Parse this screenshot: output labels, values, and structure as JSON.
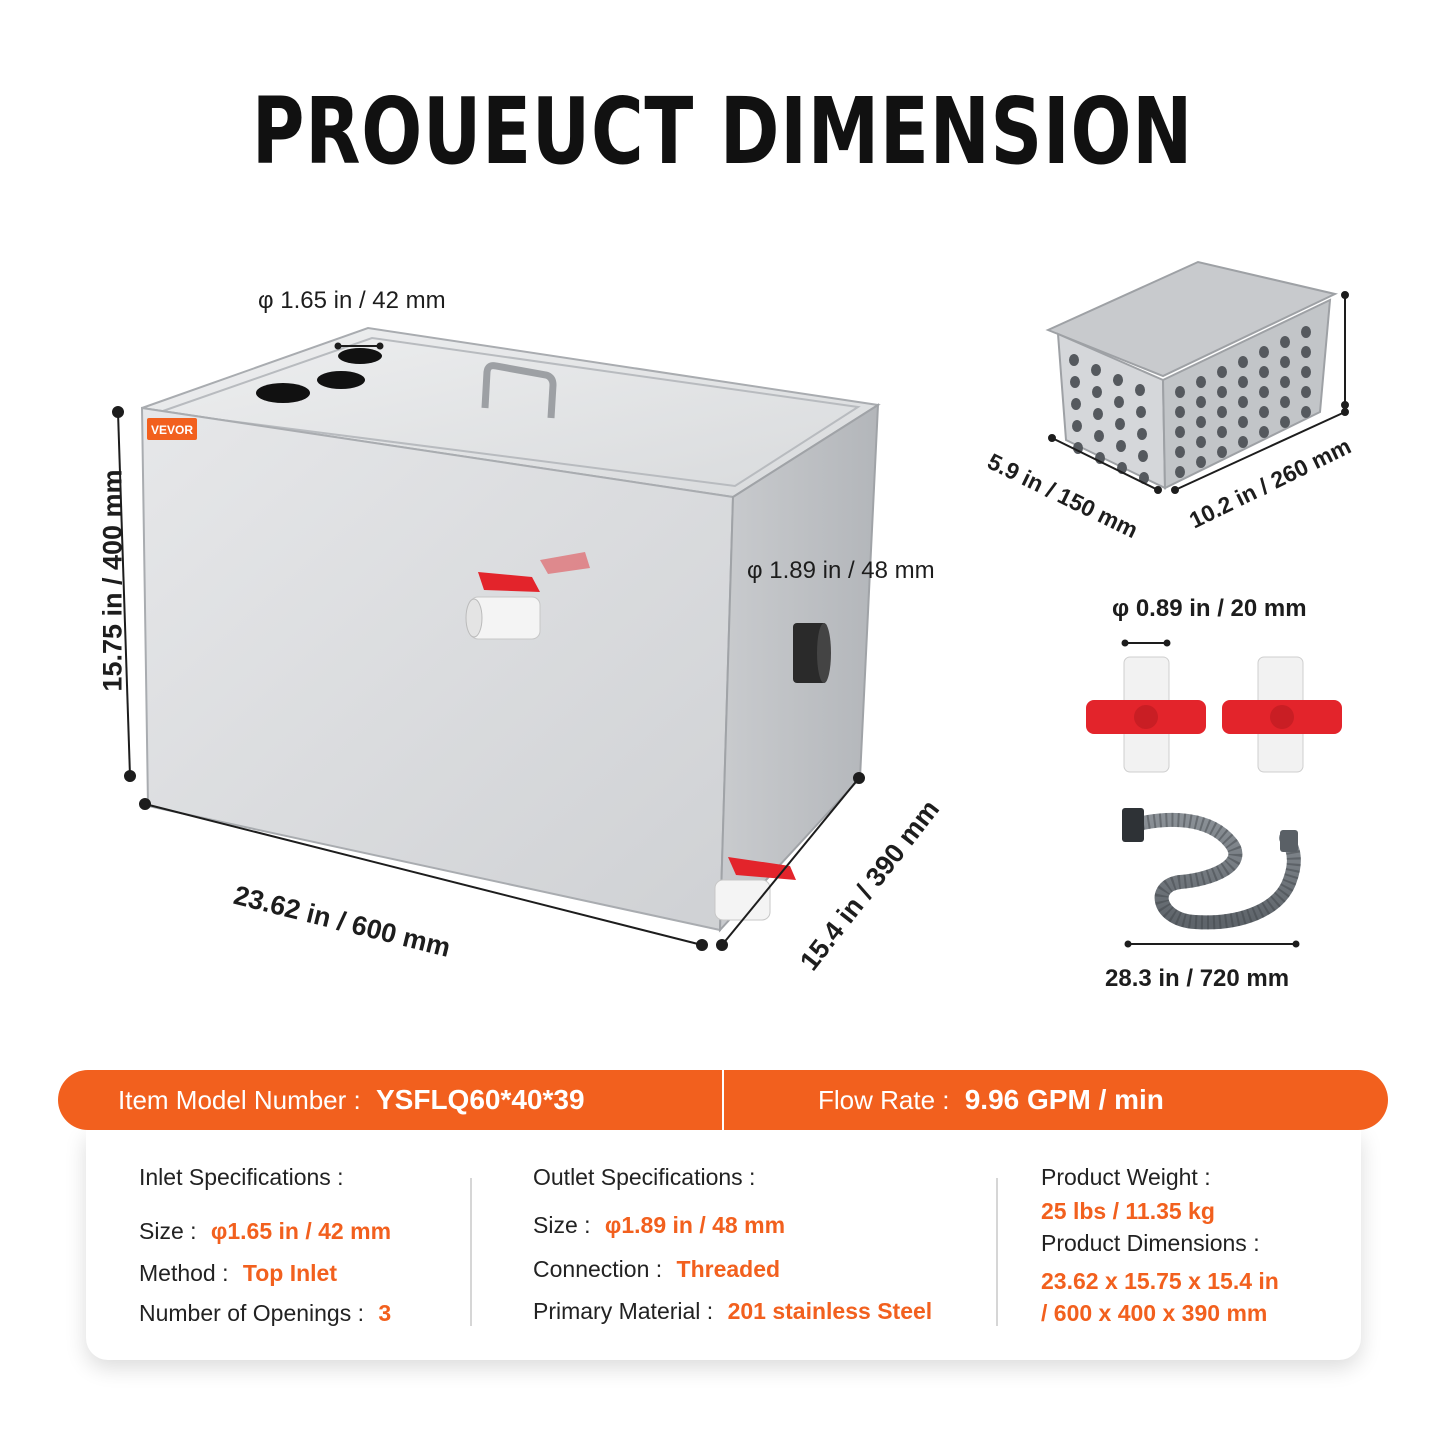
{
  "title": "PROUEUCT DIMENSION",
  "brand_label": "VEVOR",
  "dimensions": {
    "inlet_diameter": "φ 1.65 in / 42 mm",
    "height": "15.75 in / 400 mm",
    "length": "23.62 in / 600 mm",
    "depth": "15.4 in / 390 mm",
    "outlet_diameter": "φ 1.89 in / 48 mm",
    "basket_width": "5.9 in / 150 mm",
    "basket_length": "10.2 in / 260 mm",
    "valve_diameter": "φ 0.89 in / 20 mm",
    "hose_length": "28.3 in / 720 mm"
  },
  "banner": {
    "model_label": "Item Model Number :",
    "model_value": "YSFLQ60*40*39",
    "flow_label": "Flow Rate :",
    "flow_value": "9.96 GPM / min"
  },
  "specs": {
    "inlet": {
      "heading": "Inlet Specifications :",
      "size_label": "Size :",
      "size_value": "φ1.65 in / 42 mm",
      "method_label": "Method :",
      "method_value": "Top Inlet",
      "openings_label": "Number of Openings :",
      "openings_value": "3"
    },
    "outlet": {
      "heading": "Outlet Specifications :",
      "size_label": "Size :",
      "size_value": "φ1.89 in / 48 mm",
      "connection_label": "Connection :",
      "connection_value": "Threaded",
      "material_label": "Primary Material :",
      "material_value": "201 stainless Steel"
    },
    "product": {
      "weight_label": "Product Weight :",
      "weight_value": "25 lbs / 11.35 kg",
      "dimensions_label": "Product Dimensions :",
      "dimensions_line1": "23.62 x 15.75 x 15.4 in",
      "dimensions_line2": "/ 600 x 400 x 390 mm"
    }
  },
  "colors": {
    "accent": "#f2601e",
    "valve_red": "#e3242b",
    "steel": "#d9dbdd"
  }
}
